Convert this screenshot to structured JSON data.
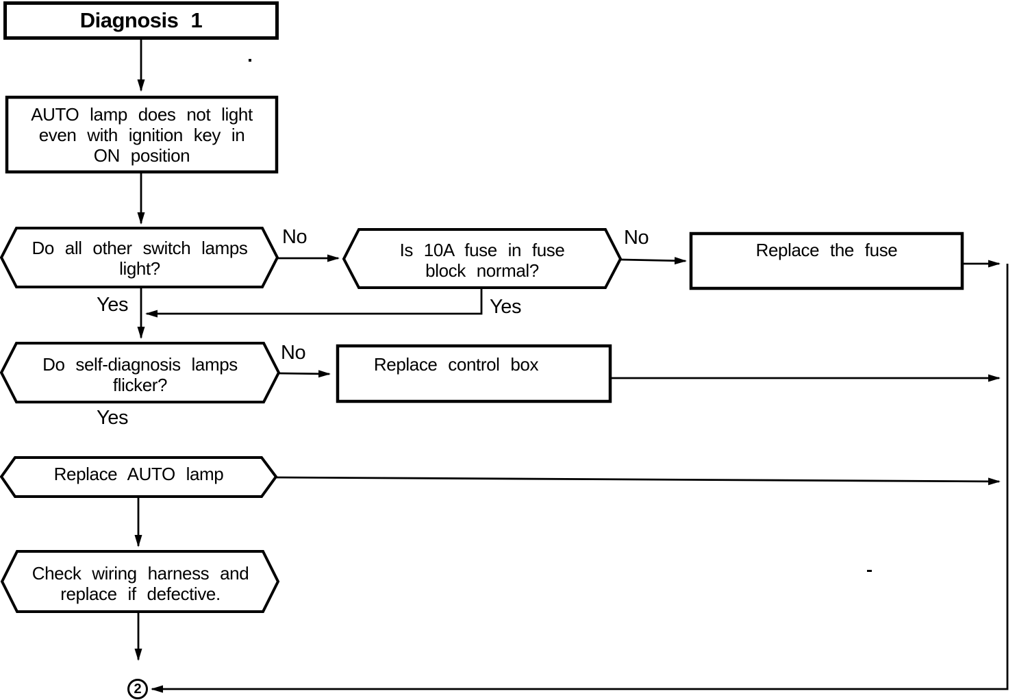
{
  "title_box": {
    "label": "Diagnosis 1"
  },
  "nodes": {
    "symptom": {
      "lines": [
        "AUTO lamp does not light",
        "even with ignition key in",
        "ON position"
      ]
    },
    "q_switch_lamps": {
      "lines": [
        "Do all other switch lamps",
        "light?"
      ]
    },
    "q_fuse": {
      "lines": [
        "Is 10A fuse in fuse",
        "block normal?"
      ]
    },
    "q_self_diagnosis": {
      "lines": [
        "Do self-diagnosis lamps",
        "flicker?"
      ]
    },
    "replace_fuse": {
      "lines": [
        "Replace the fuse"
      ]
    },
    "replace_control_box": {
      "lines": [
        "Replace control box"
      ]
    },
    "replace_auto_lamp": {
      "lines": [
        "Replace AUTO lamp"
      ]
    },
    "check_wiring": {
      "lines": [
        "Check wiring harness and",
        "replace if defective."
      ]
    }
  },
  "edge_labels": {
    "q_switch_lamps_no": "No",
    "q_switch_lamps_yes": "Yes",
    "q_fuse_no": "No",
    "q_fuse_yes": "Yes",
    "q_self_diagnosis_no": "No",
    "q_self_diagnosis_yes": "Yes"
  },
  "off_page_connector": {
    "number": "2"
  },
  "colors": {
    "ink": "#000000",
    "paper": "#ffffff"
  }
}
